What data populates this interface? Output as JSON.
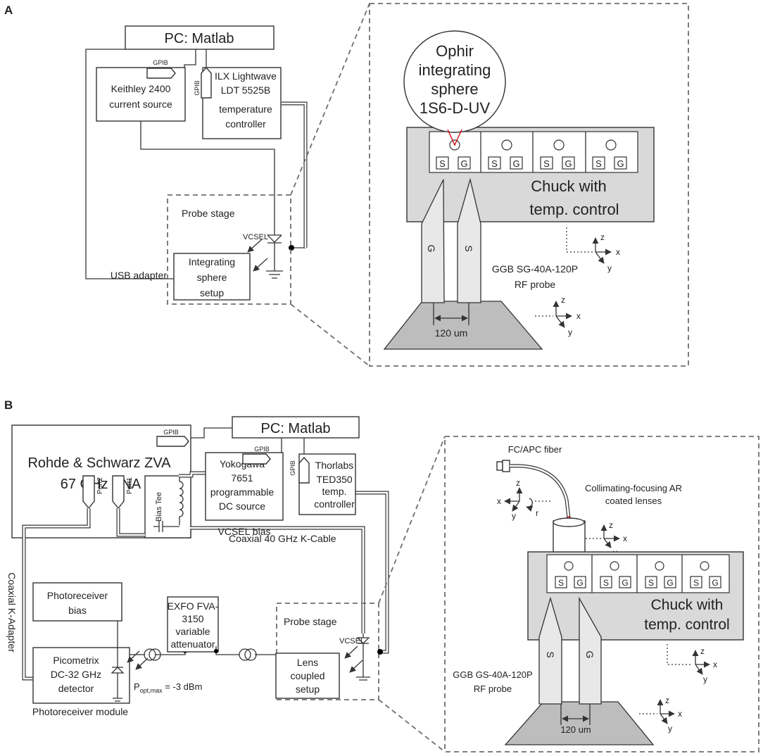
{
  "panel_a": {
    "label": "A",
    "pc": "PC: Matlab",
    "gpib_1": "GPIB",
    "gpib_2": "GPIB",
    "keithley_1": "Keithley 2400",
    "keithley_2": "current source",
    "ilx_1": "ILX Lightwave",
    "ilx_2": "LDT 5525B",
    "ilx_3": "temperature",
    "ilx_4": "controller",
    "probe_stage": "Probe stage",
    "vcsel": "VCSEL",
    "usb": "USB adapter",
    "sphere_setup_1": "Integrating",
    "sphere_setup_2": "sphere",
    "sphere_setup_3": "setup",
    "ophir_1": "Ophir",
    "ophir_2": "integrating",
    "ophir_3": "sphere",
    "ophir_4": "1S6-D-UV",
    "pad_s": "S",
    "pad_g": "G",
    "chuck_1": "Chuck with",
    "chuck_2": "temp. control",
    "tip_left": "G",
    "tip_right": "S",
    "probe_1": "GGB SG-40A-120P",
    "probe_2": "RF probe",
    "pitch": "120 um",
    "axis_z": "z",
    "axis_x": "x",
    "axis_y": "y"
  },
  "panel_b": {
    "label": "B",
    "pc": "PC: Matlab",
    "gpib_vna": "GPIB",
    "gpib_yoko": "GPIB",
    "gpib_thor": "GPIB",
    "vna_1": "Rohde & Schwarz ZVA",
    "vna_2": "67 GHz VNA",
    "port2": "Port2",
    "port1": "Port1",
    "bias_tee": "Bias Tee",
    "yoko_1": "Yokogawa",
    "yoko_2": "7651",
    "yoko_3": "programmable",
    "yoko_4": "DC source",
    "vcsel_bias": "VCSEL bias",
    "thor_1": "Thorlabs",
    "thor_2": "TED350",
    "thor_3": "temp.",
    "thor_4": "controller",
    "coax_cable": "Coaxial 40 GHz K-Cable",
    "coax_adapter": "Coaxial K-Adapter",
    "pr_bias_1": "Photoreceiver",
    "pr_bias_2": "bias",
    "exfo_1": "EXFO FVA-",
    "exfo_2": "3150",
    "exfo_3": "variable",
    "exfo_4": "attenuator",
    "probe_stage": "Probe stage",
    "vcsel": "VCSEL",
    "pico_1": "Picometrix",
    "pico_2": "DC-32 GHz",
    "pico_3": "detector",
    "popt_main": "P",
    "popt_sub": "opt,max",
    "popt_val": " = -3 dBm",
    "lens_1": "Lens",
    "lens_2": "coupled",
    "lens_3": "setup",
    "pr_module": "Photoreceiver module",
    "fiber": "FC/APC fiber",
    "lens_desc_1": "Collimating-focusing AR",
    "lens_desc_2": "coated lenses",
    "pad_s": "S",
    "pad_g": "G",
    "chuck_1": "Chuck with",
    "chuck_2": "temp. control",
    "tip_left": "S",
    "tip_right": "G",
    "probe_1": "GGB GS-40A-120P",
    "probe_2": "RF probe",
    "pitch": "120 um",
    "axis_z": "z",
    "axis_x": "x",
    "axis_y": "y",
    "axis_r": "r"
  }
}
